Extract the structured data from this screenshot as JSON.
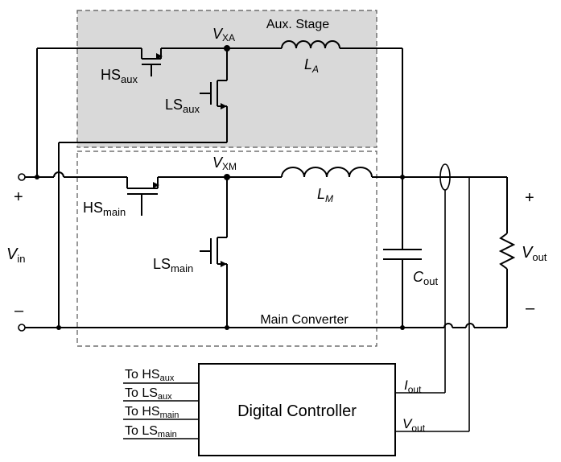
{
  "labels": {
    "aux_stage": "Aux. Stage",
    "main_converter": "Main Converter",
    "digital_controller": "Digital Controller",
    "v_xa": {
      "main": "V",
      "sub": "XA"
    },
    "v_xm": {
      "main": "V",
      "sub": "XM"
    },
    "l_a": {
      "main": "L",
      "sub": "A"
    },
    "l_m": {
      "main": "L",
      "sub": "M"
    },
    "hs_aux": {
      "main": "HS",
      "sub": "aux"
    },
    "ls_aux": {
      "main": "LS",
      "sub": "aux"
    },
    "hs_main": {
      "main": "HS",
      "sub": "main"
    },
    "ls_main": {
      "main": "LS",
      "sub": "main"
    },
    "c_out": {
      "main": "C",
      "sub": "out"
    },
    "v_in": {
      "main": "V",
      "sub": "in"
    },
    "v_out": {
      "main": "V",
      "sub": "out"
    },
    "plus": "+",
    "minus": "–",
    "i_out_in": {
      "main": "I",
      "sub": "out"
    },
    "v_out_in": {
      "main": "V",
      "sub": "out"
    }
  },
  "controller_outputs": [
    {
      "prefix": "To ",
      "main": "HS",
      "sub": "aux"
    },
    {
      "prefix": "To ",
      "main": "LS",
      "sub": "aux"
    },
    {
      "prefix": "To ",
      "main": "HS",
      "sub": "main"
    },
    {
      "prefix": "To ",
      "main": "LS",
      "sub": "main"
    }
  ],
  "colors": {
    "aux_stage_fill": "#d9d9d9",
    "wire": "#000000",
    "dashed_border": "#555555"
  }
}
